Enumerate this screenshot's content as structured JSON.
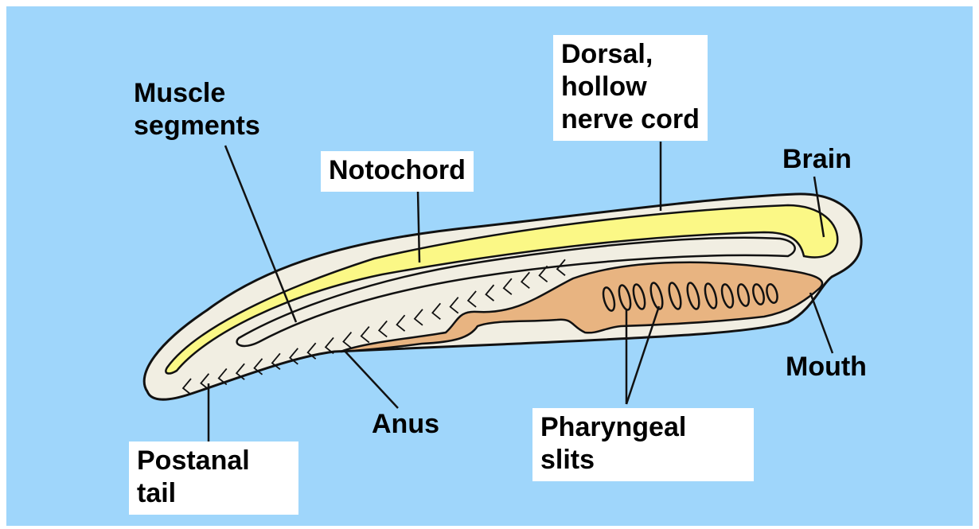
{
  "colors": {
    "background": "#9fd6fb",
    "label_box": "#ffffff",
    "body_fill": "#f1eee2",
    "nerve_cord": "#fbf886",
    "pharynx": "#e8b481",
    "outline": "#111111"
  },
  "labels": {
    "muscle_segments": "Muscle\nsegments",
    "notochord": "Notochord",
    "dorsal_nerve_cord": "Dorsal,\nhollow\nnerve cord",
    "brain": "Brain",
    "mouth": "Mouth",
    "anus": "Anus",
    "pharyngeal_slits": "Pharyngeal\nslits",
    "postanal_tail": "Postanal\ntail"
  }
}
